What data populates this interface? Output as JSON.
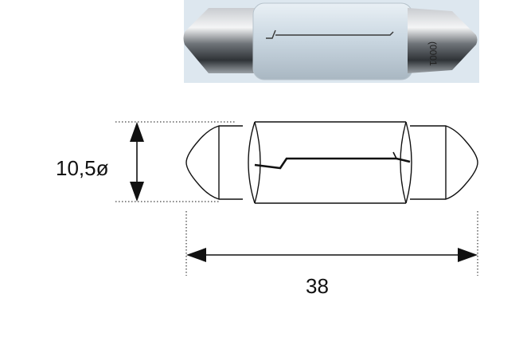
{
  "photo": {
    "bg_color": "#dde7ef",
    "glass_color": "#cfdce6",
    "cap_color": "#8d9196",
    "cap_marking": "(0001"
  },
  "drawing": {
    "line_color": "#111111",
    "diameter_label": "10,5ø",
    "length_label": "38"
  }
}
